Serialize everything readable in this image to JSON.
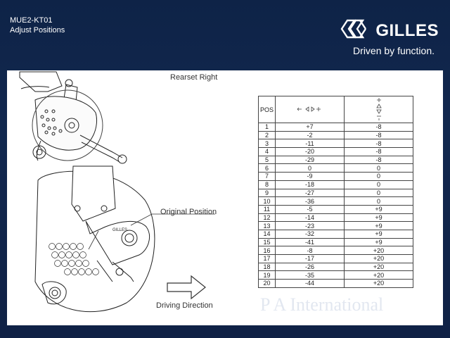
{
  "header": {
    "model": "MUE2-KT01",
    "subtitle": "Adjust Positions"
  },
  "brand": {
    "name": "GILLES",
    "tagline": "Driven by function."
  },
  "drawing": {
    "title": "Rearset Right",
    "original_position": "Original Position",
    "driving_direction": "Driving Direction"
  },
  "table": {
    "header_pos": "POS",
    "rows": [
      {
        "pos": "1",
        "h": "+7",
        "v": "-8"
      },
      {
        "pos": "2",
        "h": "-2",
        "v": "-8"
      },
      {
        "pos": "3",
        "h": "-11",
        "v": "-8"
      },
      {
        "pos": "4",
        "h": "-20",
        "v": "-8"
      },
      {
        "pos": "5",
        "h": "-29",
        "v": "-8"
      },
      {
        "pos": "6",
        "h": "0",
        "v": "0"
      },
      {
        "pos": "7",
        "h": "-9",
        "v": "0"
      },
      {
        "pos": "8",
        "h": "-18",
        "v": "0"
      },
      {
        "pos": "9",
        "h": "-27",
        "v": "0"
      },
      {
        "pos": "10",
        "h": "-36",
        "v": "0"
      },
      {
        "pos": "11",
        "h": "-5",
        "v": "+9"
      },
      {
        "pos": "12",
        "h": "-14",
        "v": "+9"
      },
      {
        "pos": "13",
        "h": "-23",
        "v": "+9"
      },
      {
        "pos": "14",
        "h": "-32",
        "v": "+9"
      },
      {
        "pos": "15",
        "h": "-41",
        "v": "+9"
      },
      {
        "pos": "16",
        "h": "-8",
        "v": "+20"
      },
      {
        "pos": "17",
        "h": "-17",
        "v": "+20"
      },
      {
        "pos": "18",
        "h": "-26",
        "v": "+20"
      },
      {
        "pos": "19",
        "h": "-35",
        "v": "+20"
      },
      {
        "pos": "20",
        "h": "-44",
        "v": "+20"
      }
    ]
  },
  "watermark": {
    "text": "P A International"
  },
  "colors": {
    "background": "#12284f",
    "panel": "#ffffff"
  },
  "icons": [
    "gilles-logo-icon",
    "horizontal-arrows-icon",
    "vertical-arrows-icon",
    "driving-direction-arrow-icon"
  ]
}
